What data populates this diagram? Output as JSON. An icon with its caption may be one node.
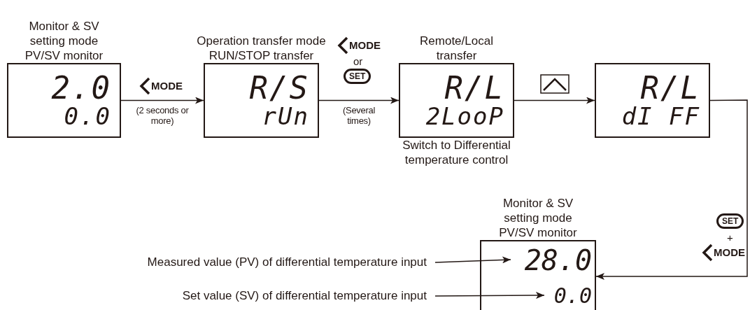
{
  "diagram": {
    "nodes": [
      {
        "text": [
          "Monitor & SV setting mode PV/SV monitor",
          "2.0",
          "0.0"
        ]
      },
      {
        "text": [
          "Operation transfer mode RUN/STOP transfer",
          "R/S",
          "rUn"
        ]
      },
      {
        "text": [
          "Remote/Local transfer",
          "R/L",
          "2LooP"
        ],
        "beside": [
          "Switch to Differential temperature control"
        ]
      },
      {
        "text": [
          "R/L",
          "dI FF"
        ]
      },
      {
        "text": [
          "Monitor & SV setting mode PV/SV monitor"
        ]
      },
      {
        "text": [
          "28.0"
        ],
        "in": 4
      },
      {
        "text": [
          "0.0"
        ],
        "in": 4
      },
      {
        "text": [
          "Measured value (PV) of differential temperature input"
        ]
      },
      {
        "text": [
          "Set value (SV) of differential temperature input"
        ]
      }
    ],
    "edges": [
      {
        "from": 0,
        "to": 1,
        "arrow": "to",
        "label": "(2 seconds or more)"
      },
      {
        "from": 1,
        "to": 2,
        "arrow": "to",
        "label": "(Several times)"
      },
      {
        "from": 2,
        "to": 3,
        "arrow": "to"
      },
      {
        "from": 3,
        "to": 4,
        "arrow": "to"
      },
      {
        "from": 7,
        "to": 5,
        "arrow": "to"
      },
      {
        "from": 8,
        "to": 6,
        "arrow": "to"
      }
    ],
    "labels": [
      "MODE",
      "or",
      "SET",
      "MODE",
      "SET",
      "+",
      "MODE"
    ]
  }
}
